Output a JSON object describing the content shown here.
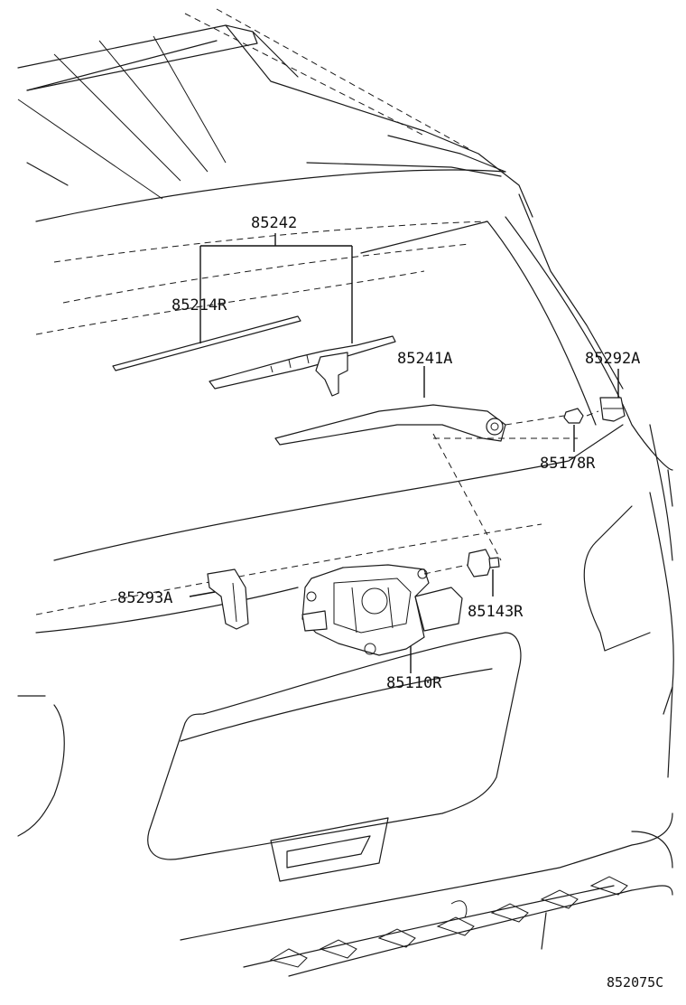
{
  "parts": {
    "p85242": "85242",
    "p85214R": "85214R",
    "p85241A": "85241A",
    "p85292A": "85292A",
    "p85178R": "85178R",
    "p85293A": "85293A",
    "p85143R": "85143R",
    "p85110R": "85110R"
  },
  "figure_code": "852075C"
}
